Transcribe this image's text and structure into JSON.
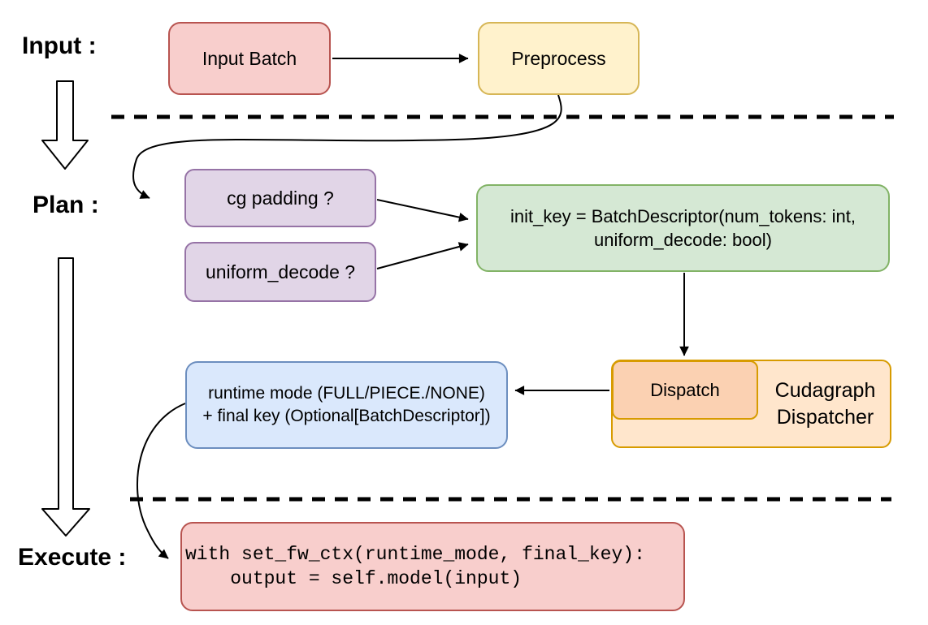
{
  "palette": {
    "red": {
      "fill": "#f8cecc",
      "stroke": "#b85450"
    },
    "yellow": {
      "fill": "#fff2cc",
      "stroke": "#d6b656"
    },
    "purple": {
      "fill": "#e1d5e7",
      "stroke": "#9673a6"
    },
    "green": {
      "fill": "#d5e8d4",
      "stroke": "#82b366"
    },
    "blue": {
      "fill": "#dae8fc",
      "stroke": "#6c8ebf"
    },
    "orange_light": {
      "fill": "#ffe6cc",
      "stroke": "#d79b00"
    },
    "orange_deep": {
      "fill": "#fbd1b2",
      "stroke": "#d79b00"
    },
    "line_color": "#000000",
    "background": "#ffffff"
  },
  "stage_labels": {
    "input": "Input :",
    "plan": "Plan :",
    "execute": "Execute :"
  },
  "nodes": {
    "input_batch": {
      "label": "Input Batch"
    },
    "preprocess": {
      "label": "Preprocess"
    },
    "cg_padding": {
      "label": "cg padding ?"
    },
    "uniform_decode": {
      "label": "uniform_decode ?"
    },
    "init_key": {
      "line1": "init_key = BatchDescriptor(num_tokens: int,",
      "line2": "uniform_decode: bool)"
    },
    "dispatch": {
      "label": "Dispatch"
    },
    "cudagraph_dispatcher": {
      "line1": "Cudagraph",
      "line2": "Dispatcher"
    },
    "runtime_mode": {
      "line1": "runtime mode (FULL/PIECE./NONE)",
      "line2": "+ final key (Optional[BatchDescriptor])"
    },
    "execute_code": {
      "line1": "with set_fw_ctx(runtime_mode, final_key):",
      "line2": "    output = self.model(input)"
    }
  }
}
